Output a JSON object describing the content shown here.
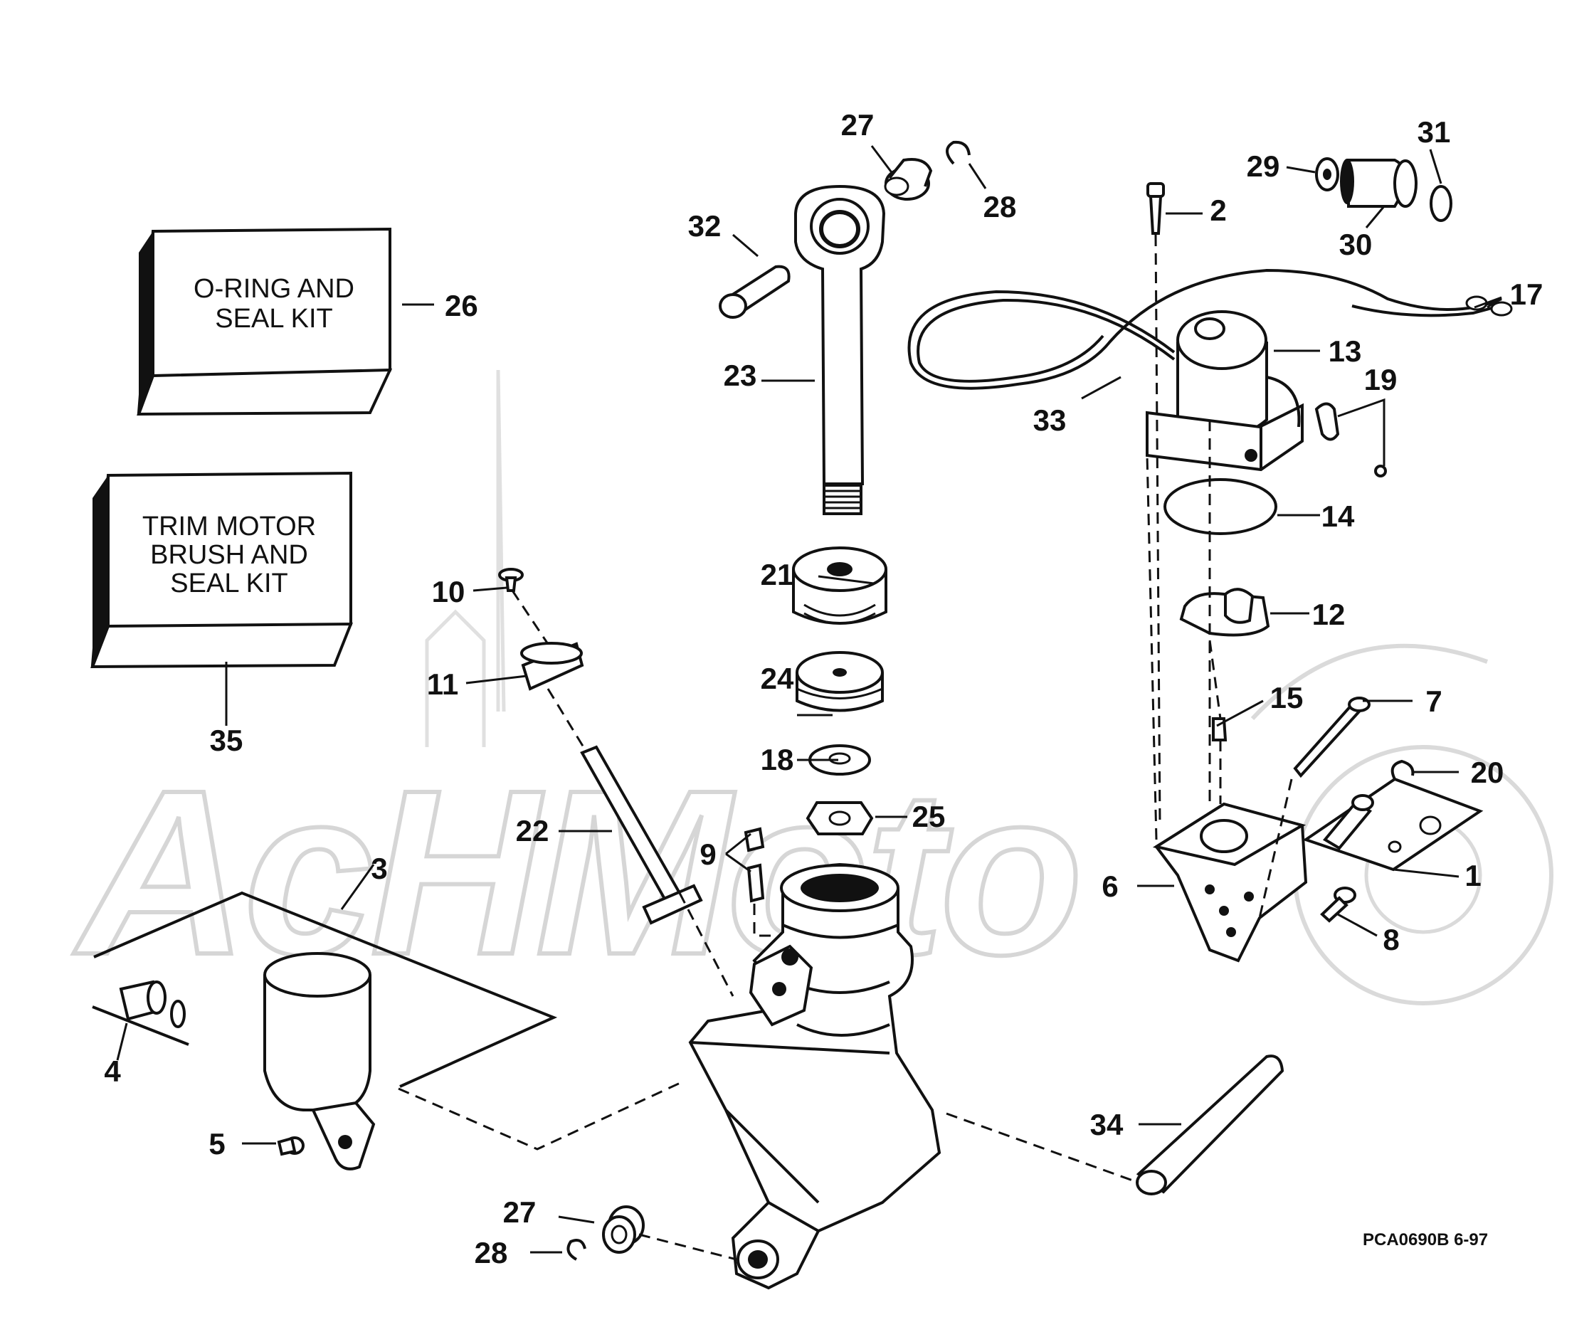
{
  "diagram": {
    "kits": {
      "oring": [
        "O-RING AND",
        "SEAL KIT"
      ],
      "trim": [
        "TRIM MOTOR",
        "BRUSH AND",
        "SEAL KIT"
      ]
    },
    "callouts": {
      "n1": "1",
      "n2": "2",
      "n3": "3",
      "n4": "4",
      "n5": "5",
      "n6": "6",
      "n7": "7",
      "n8": "8",
      "n9": "9",
      "n10": "10",
      "n11": "11",
      "n12": "12",
      "n13": "13",
      "n14": "14",
      "n15": "15",
      "n17": "17",
      "n18": "18",
      "n19": "19",
      "n20": "20",
      "n21": "21",
      "n22": "22",
      "n23": "23",
      "n24": "24",
      "n25": "25",
      "n26": "26",
      "n27a": "27",
      "n27b": "27",
      "n28a": "28",
      "n28b": "28",
      "n29": "29",
      "n30": "30",
      "n31": "31",
      "n32": "32",
      "n33": "33",
      "n34": "34",
      "n35": "35"
    },
    "code": "PCA0690B  6-97",
    "watermark": "AcHMoto"
  }
}
